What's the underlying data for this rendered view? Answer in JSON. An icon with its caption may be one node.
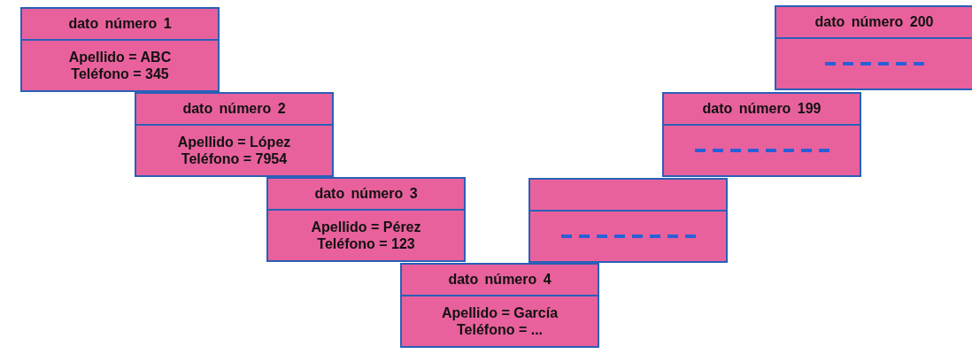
{
  "diagram": {
    "nodes": [
      {
        "text": [
          "dato número 1",
          "Apellido = ABC",
          "Teléfono = 345"
        ]
      },
      {
        "text": [
          "dato número 2",
          "Apellido = López",
          "Teléfono = 7954"
        ]
      },
      {
        "text": [
          "dato número 3",
          "Apellido = Pérez",
          "Teléfono = 123"
        ]
      },
      {
        "text": [
          "dato número 4",
          "Apellido = García",
          "Teléfono = ..."
        ]
      },
      {
        "text": [],
        "shape": "box"
      },
      {
        "text": [
          "dato número 199"
        ]
      },
      {
        "text": [
          "dato número 200"
        ]
      }
    ]
  }
}
